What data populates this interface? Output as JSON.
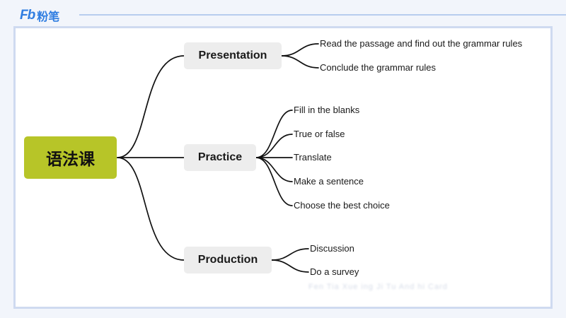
{
  "brand": {
    "logo_mark": "Fb",
    "logo_text": "粉笔",
    "color": "#2f7de1"
  },
  "mindmap": {
    "root": {
      "label": "语法课",
      "color": "#b7c528"
    },
    "branches": [
      {
        "label": "Presentation",
        "children": [
          "Read the passage and find out the grammar rules",
          "Conclude the grammar rules"
        ]
      },
      {
        "label": "Practice",
        "children": [
          "Fill in the blanks",
          "True or false",
          "Translate",
          "Make a sentence",
          "Choose the best choice"
        ]
      },
      {
        "label": "Production",
        "children": [
          "Discussion",
          "Do a survey"
        ]
      }
    ]
  },
  "watermark": "Fen Tia  Xue  ing Ji  Tu  And  hi  Card"
}
